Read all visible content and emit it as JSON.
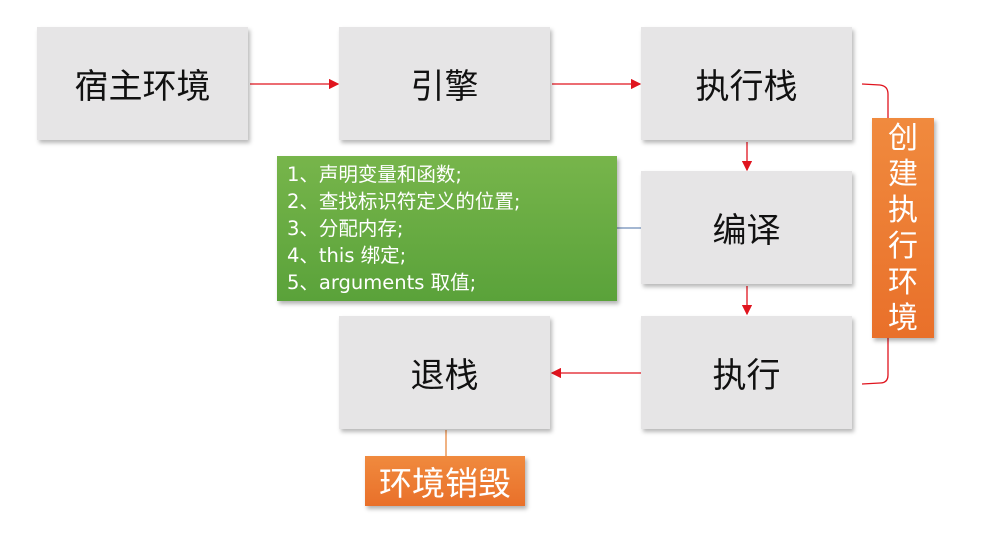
{
  "diagram": {
    "nodes": {
      "host_env": "宿主环境",
      "engine": "引擎",
      "exec_stack": "执行栈",
      "compile": "编译",
      "execute": "执行",
      "pop_stack": "退栈"
    },
    "compile_steps": [
      "1、声明变量和函数;",
      "2、查找标识符定义的位置;",
      "3、分配内存;",
      "4、this 绑定;",
      "5、arguments 取值;"
    ],
    "labels": {
      "create_context": "创建执行环境",
      "destroy_context": "环境销毁"
    },
    "edges": [
      {
        "from": "宿主环境",
        "to": "引擎"
      },
      {
        "from": "引擎",
        "to": "执行栈"
      },
      {
        "from": "执行栈",
        "to": "编译"
      },
      {
        "from": "编译",
        "to": "执行"
      },
      {
        "from": "执行",
        "to": "退栈"
      }
    ],
    "colors": {
      "box_fill": "#e6e5e6",
      "arrow": "#e0141e",
      "green_note": "#6aac42",
      "orange_label": "#ec7a32",
      "note_connector": "#4a6fa5"
    }
  }
}
